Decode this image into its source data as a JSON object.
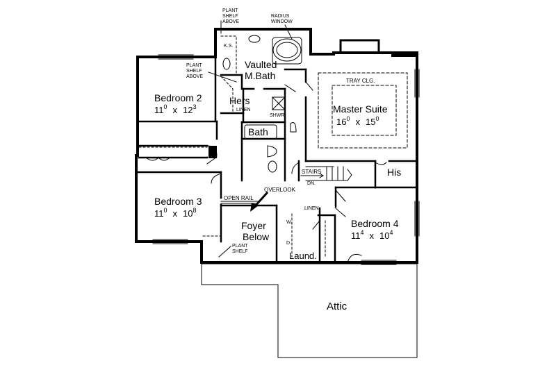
{
  "rooms": {
    "bedroom2": {
      "name": "Bedroom 2",
      "w": "11",
      "w_sup": "0",
      "x": "x",
      "h": "12",
      "h_sup": "3"
    },
    "bedroom3": {
      "name": "Bedroom 3",
      "w": "11",
      "w_sup": "0",
      "x": "x",
      "h": "10",
      "h_sup": "8"
    },
    "bedroom4": {
      "name": "Bedroom 4",
      "w": "11",
      "w_sup": "4",
      "x": "x",
      "h": "10",
      "h_sup": "4"
    },
    "master": {
      "name": "Master Suite",
      "w": "16",
      "w_sup": "0",
      "x": "x",
      "h": "15",
      "h_sup": "0"
    },
    "mbath": {
      "line1": "Vaulted",
      "line2": "M.Bath"
    },
    "hers": "Hers",
    "his": "His",
    "bath": "Bath",
    "foyer": {
      "line1": "Foyer",
      "line2": "Below"
    },
    "laund": "Laund.",
    "attic": "Attic"
  },
  "notes": {
    "plant_shelf_top": [
      "PLANT",
      "SHELF",
      "ABOVE"
    ],
    "radius_window": [
      "RADIUS",
      "WINDOW"
    ],
    "plant_shelf_left": [
      "PLANT",
      "SHELF",
      "ABOVE"
    ],
    "ks": "K.S.",
    "linen_hers": "LINEN",
    "shwr": "SHWR",
    "tray": "TRAY CLG.",
    "stairs": "STAIRS",
    "dn": "DN.",
    "overlook": "OVERLOOK",
    "open_rail": "OPEN RAIL",
    "linen_hall": "LINEN",
    "w": "W.",
    "d": "D.",
    "plant_shelf_bottom": [
      "PLANT",
      "SHELF"
    ]
  }
}
